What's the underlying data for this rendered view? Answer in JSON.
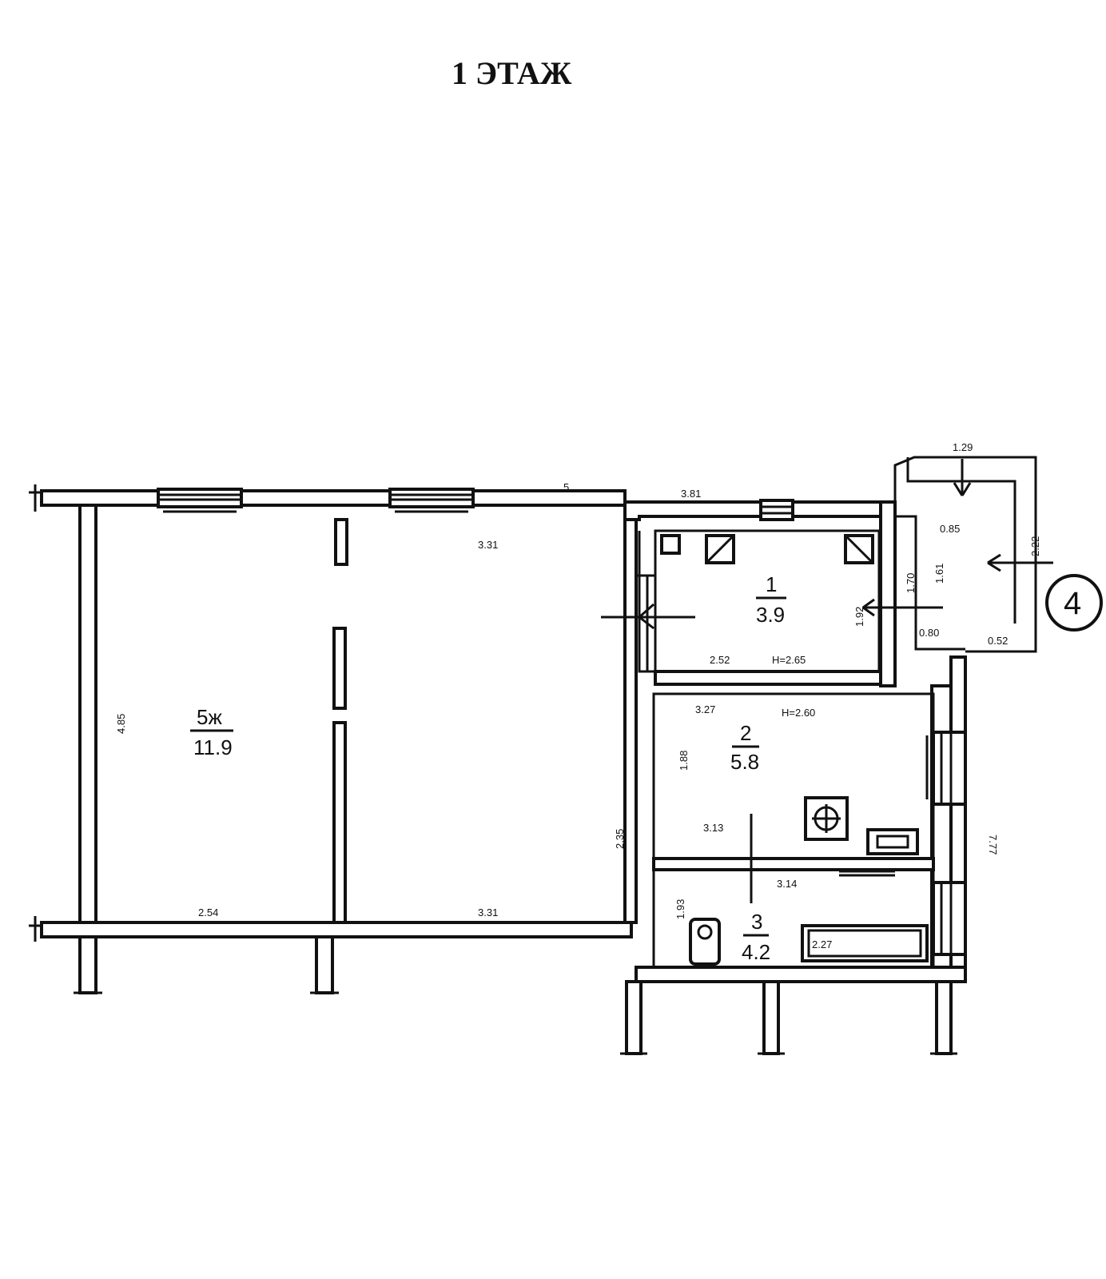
{
  "title": "1 ЭТАЖ",
  "rooms": [
    {
      "num": "5ж",
      "area": "11.9"
    },
    {
      "num": "1",
      "area": "3.9"
    },
    {
      "num": "2",
      "area": "5.8"
    },
    {
      "num": "3",
      "area": "4.2"
    }
  ],
  "marker": "4",
  "dims": {
    "d_4_85": "4.85",
    "d_3_31_top": "3.31",
    "d_3_81_top": "3.81",
    "d_2_54": "2.54",
    "d_3_31_bottom": "3.31",
    "d_2_35": "2.35",
    "d_2_52": "2.52",
    "d_h_2_65": "H=2.65",
    "d_1_92": "1.92",
    "d_3_27": "3.27",
    "d_h_2_60": "H=2.60",
    "d_1_88": "1.88",
    "d_3_13": "3.13",
    "d_3_14": "3.14",
    "d_1_93": "1.93",
    "d_2_27": "2.27",
    "d_1_29": "1.29",
    "d_0_85": "0.85",
    "d_1_61": "1.61",
    "d_0_80": "0.80",
    "d_0_52": "0.52",
    "d_2_22": "2.22",
    "d_1_70": "1.70",
    "d_7_77": "7.77",
    "d_5": "5"
  }
}
